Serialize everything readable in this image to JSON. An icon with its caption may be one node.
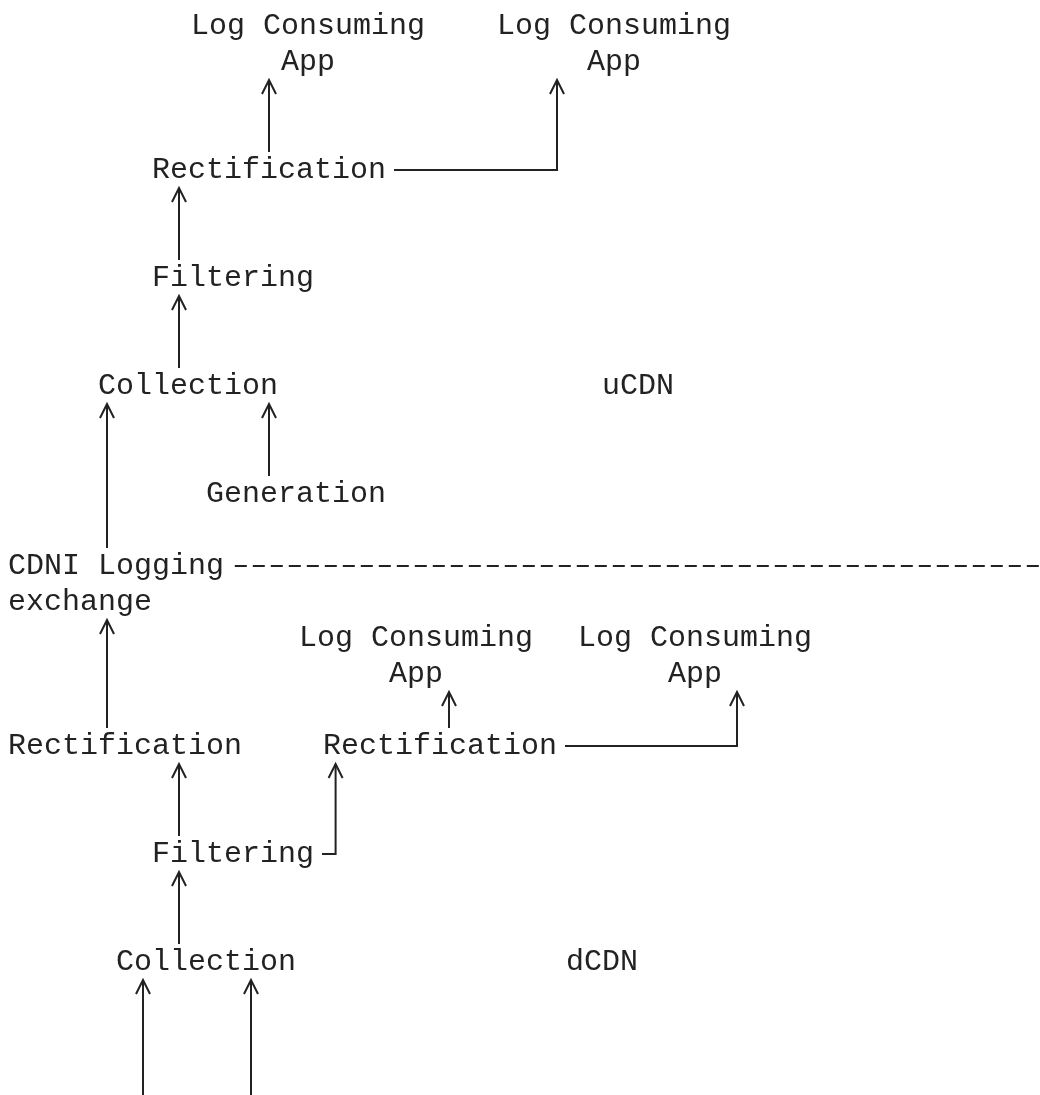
{
  "diagram": {
    "nodes": [
      {
        "text": [
          "Log Consuming App"
        ]
      },
      {
        "text": [
          "Log Consuming App"
        ]
      },
      {
        "text": [
          "Rectification"
        ]
      },
      {
        "text": [
          "Filtering"
        ]
      },
      {
        "text": [
          "Collection"
        ]
      },
      {
        "text": [
          "Generation"
        ]
      },
      {
        "text": [
          "CDNI Logging exchange"
        ]
      },
      {
        "text": [
          "Log Consuming App"
        ]
      },
      {
        "text": [
          "Log Consuming App"
        ]
      },
      {
        "text": [
          "Rectification"
        ]
      },
      {
        "text": [
          "Rectification"
        ]
      },
      {
        "text": [
          "Filtering"
        ]
      },
      {
        "text": [
          "Collection"
        ]
      }
    ],
    "edges": [
      {
        "from": 2,
        "to": 0,
        "arrow": "to"
      },
      {
        "from": 2,
        "to": 1,
        "arrow": "to"
      },
      {
        "from": 3,
        "to": 2,
        "arrow": "to"
      },
      {
        "from": 4,
        "to": 3,
        "arrow": "to"
      },
      {
        "from": 5,
        "to": 4,
        "arrow": "to"
      },
      {
        "from": 6,
        "to": 4,
        "arrow": "to"
      },
      {
        "from": 9,
        "to": 6,
        "arrow": "to"
      },
      {
        "from": 11,
        "to": 9,
        "arrow": "to"
      },
      {
        "from": 11,
        "to": 10,
        "arrow": "to"
      },
      {
        "from": 10,
        "to": 7,
        "arrow": "to"
      },
      {
        "from": 10,
        "to": 8,
        "arrow": "to"
      },
      {
        "from": 12,
        "to": 11,
        "arrow": "to"
      },
      {
        "from": null,
        "to": 12,
        "arrow": "to"
      },
      {
        "from": null,
        "to": 12,
        "arrow": "to"
      }
    ],
    "labels": [
      "uCDN",
      "dCDN"
    ]
  }
}
